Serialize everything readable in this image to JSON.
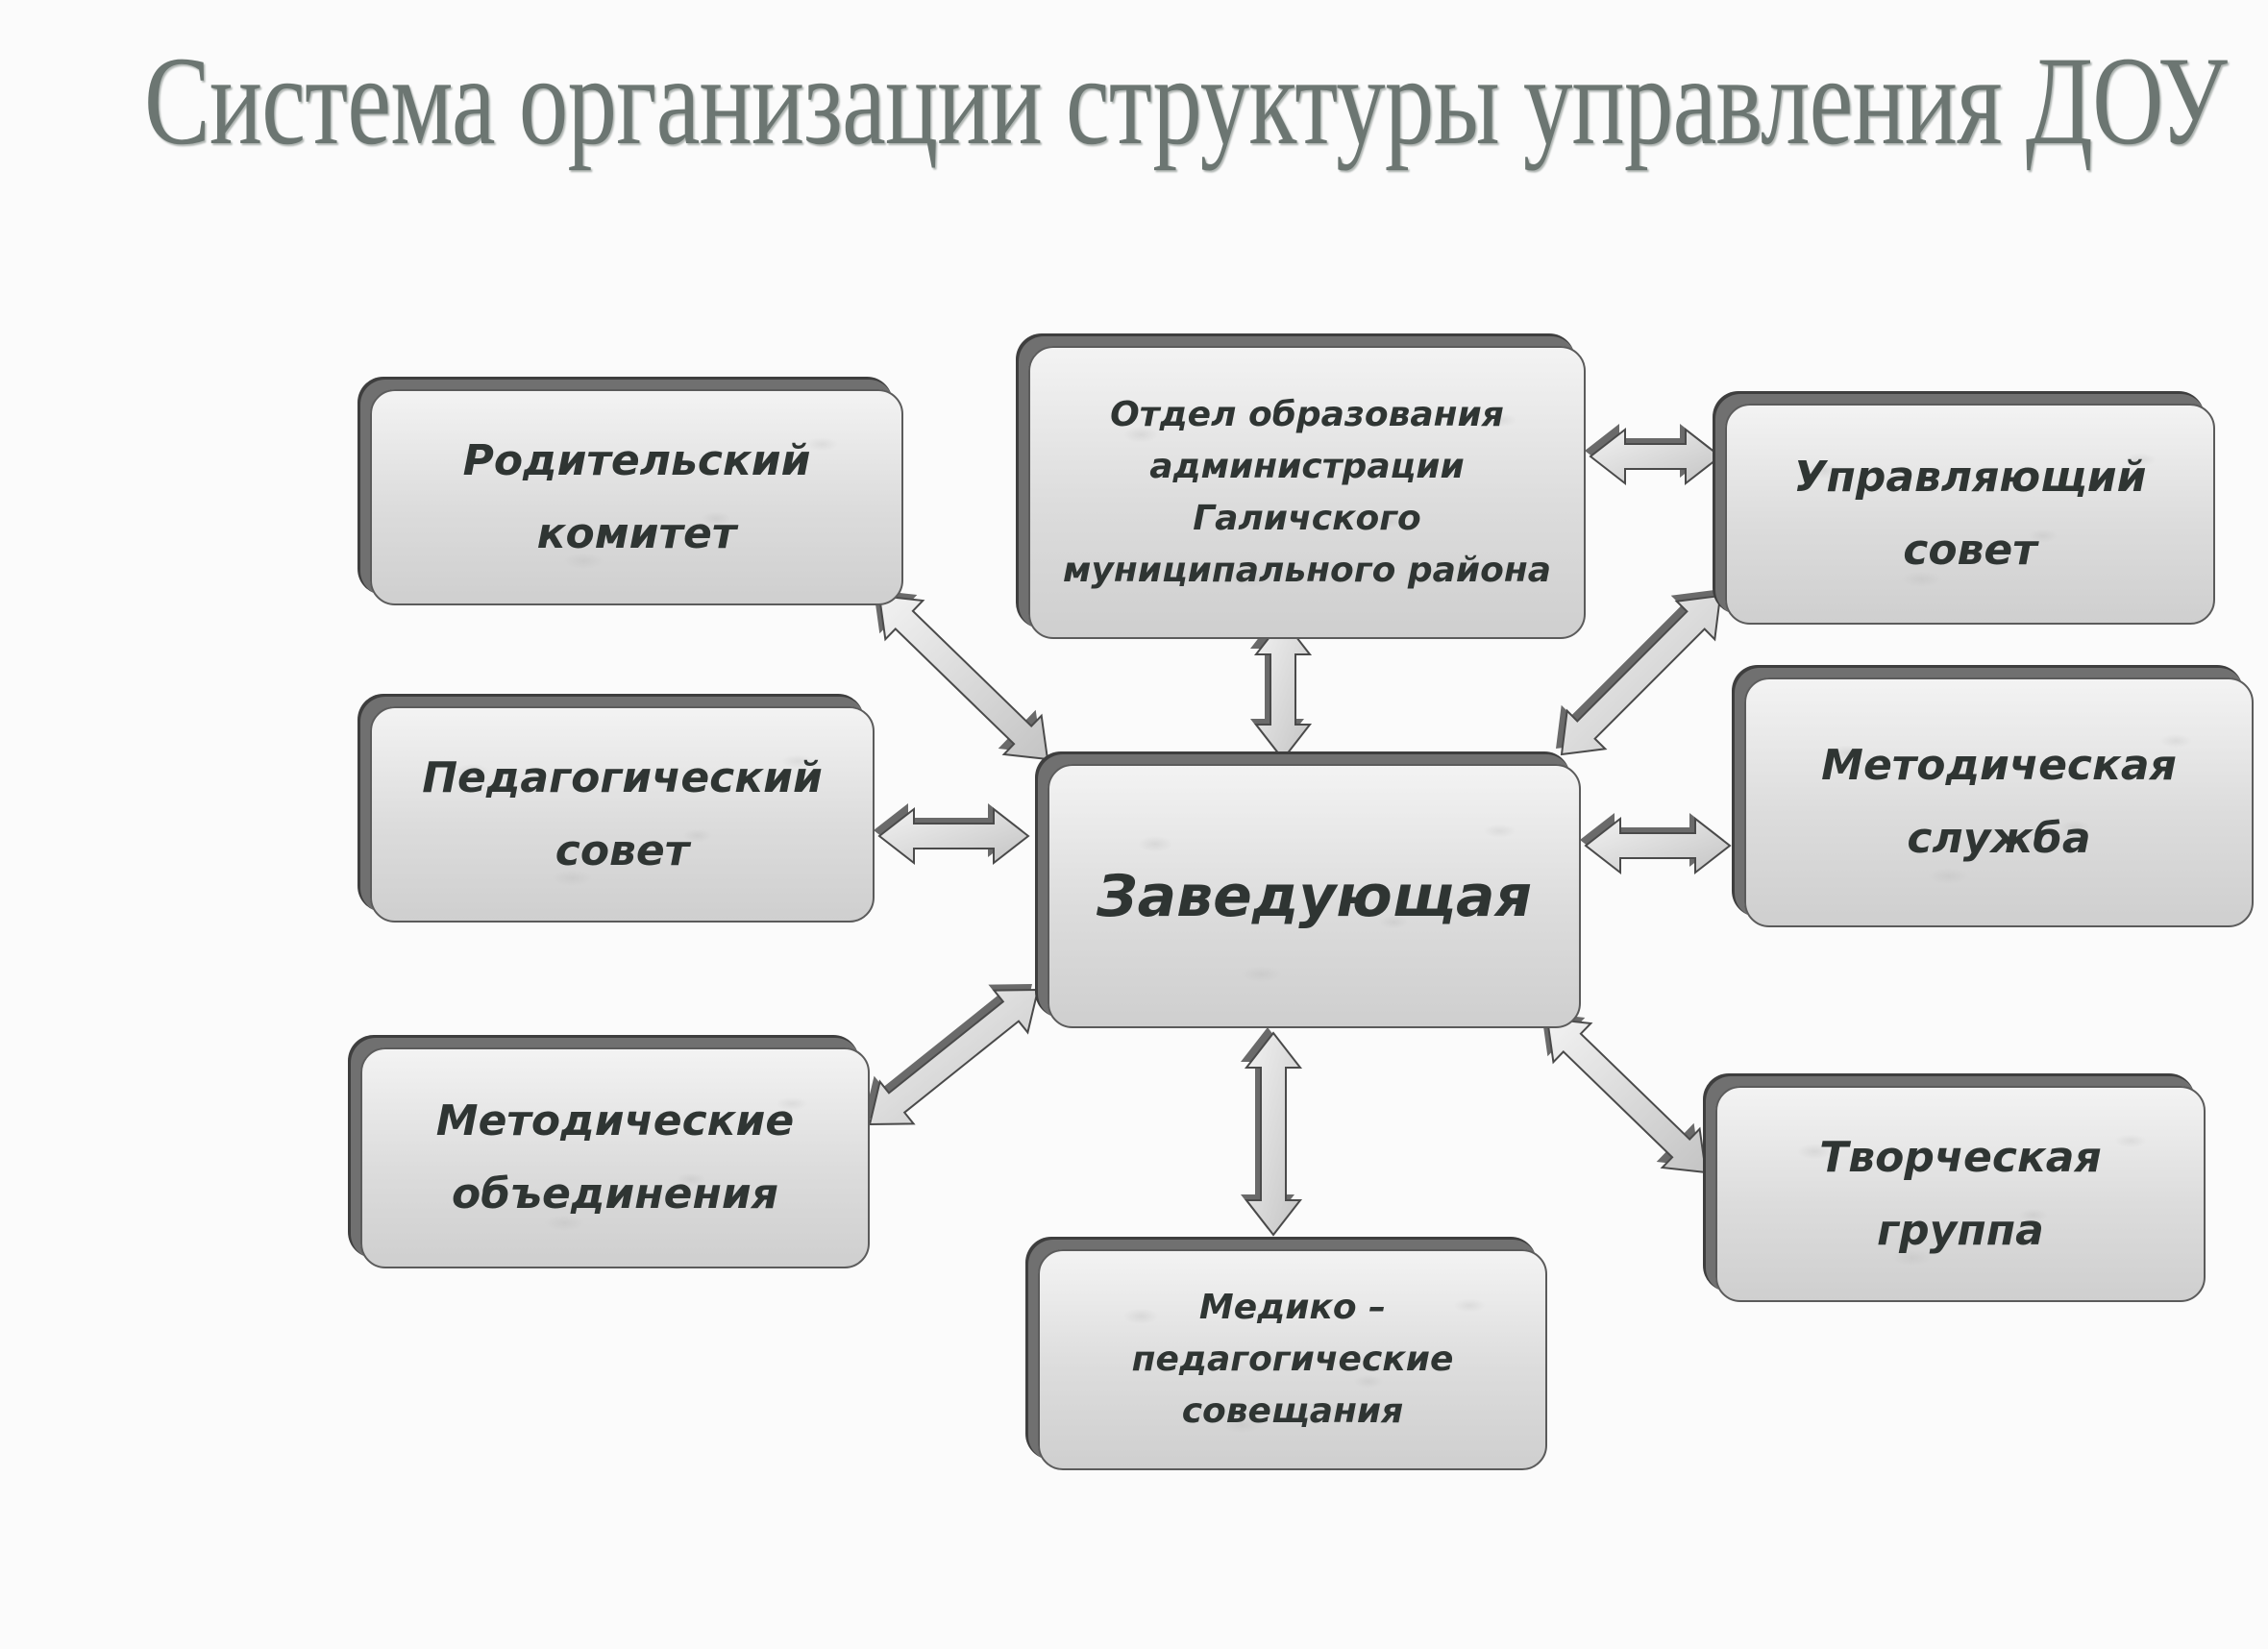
{
  "title": "Система организации структуры управления ДОУ",
  "nodes": {
    "center": "Заведующая",
    "otdel": "Отдел образования\nадминистрации Галичского\nмуниципального района",
    "roditelsky": "Родительский\nкомитет",
    "pedsovet": "Педагогический\nсовет",
    "metod_obed": "Методические\nобъединения",
    "mediko": "Медико –\nпедагогические\nсовещания",
    "upravl_sovet": "Управляющий\nсовет",
    "metod_sluzhba": "Методическая\nслужба",
    "tvorch_gruppa": "Творческая\nгруппа"
  }
}
